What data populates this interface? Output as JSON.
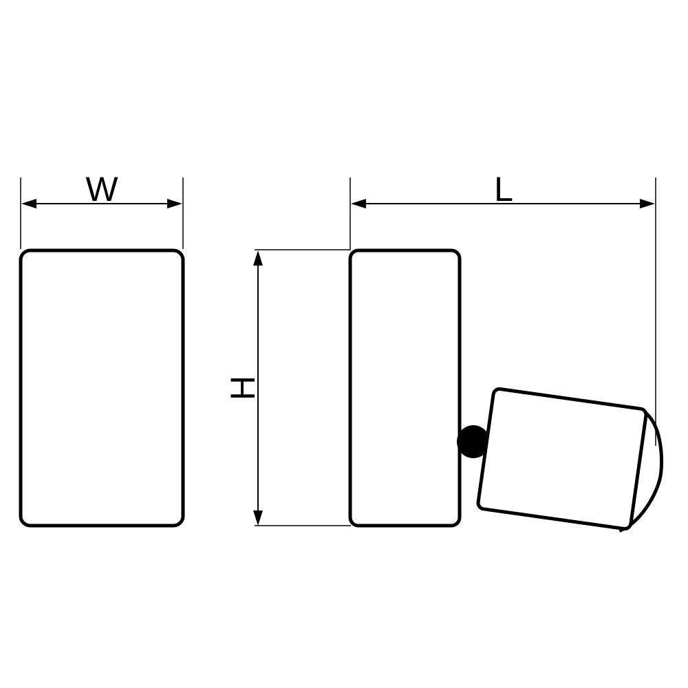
{
  "labels": {
    "width": "W",
    "length": "L",
    "height": "H"
  },
  "colors": {
    "line": "#000000",
    "background": "#ffffff"
  }
}
